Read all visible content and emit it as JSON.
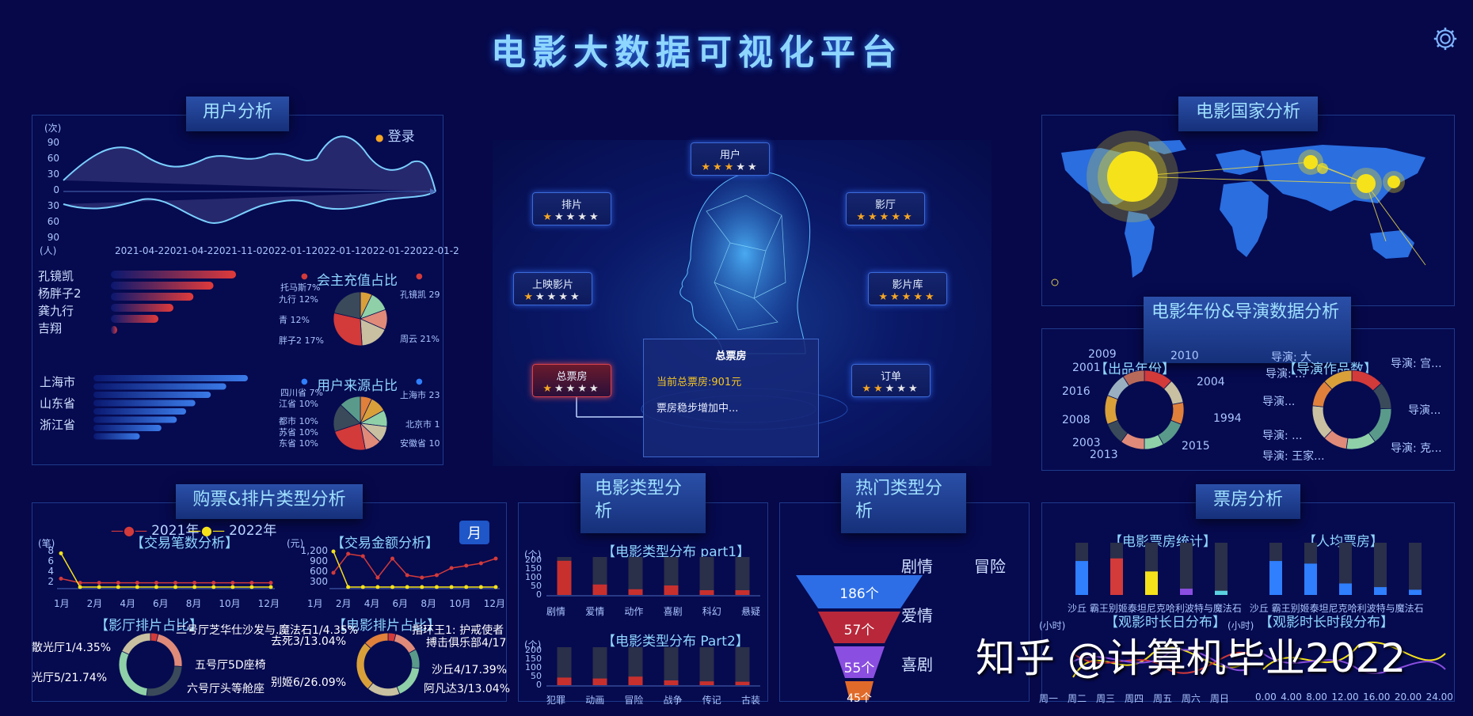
{
  "title": "电影大数据可视化平台",
  "panels": {
    "user": "用户分析",
    "country": "电影国家分析",
    "yeardir": "电影年份&导演数据分析",
    "ticket": "购票&排片类型分析",
    "genre": "电影类型分析",
    "hot": "热门类型分析",
    "box": "票房分析"
  },
  "user_analysis": {
    "unit_top": "(次)",
    "unit_bottom": "(人)",
    "legend": "登录",
    "yticks": [
      "90",
      "60",
      "30",
      "0",
      "30",
      "60",
      "90"
    ],
    "dates": [
      "2021-04-2",
      "2021-04-2",
      "2021-11-0",
      "2022-01-1",
      "2022-01-1",
      "2022-01-2",
      "2022-01-2"
    ],
    "bar_names": [
      "孔镜凯",
      "杨胖子2",
      "龚九行",
      "吉翔"
    ],
    "bar_values": [
      100,
      82,
      66,
      50,
      38,
      5
    ],
    "pie1_title": "会主充值占比",
    "pie1_labels": [
      "托马斯7%",
      "九行 12%",
      "青 12%",
      "胖子2 17%",
      "孔镜凯 29",
      "周云 21%"
    ],
    "pie1_values": [
      7,
      12,
      12,
      17,
      29,
      21
    ],
    "city_names": [
      "上海市",
      "山东省",
      "浙江省"
    ],
    "city_values": [
      100,
      86,
      76,
      66,
      60,
      54,
      44,
      30
    ],
    "pie2_title": "用户来源占比",
    "pie2_labels": [
      "四川省 7%",
      "江省 10%",
      "都市 10%",
      "苏省 10%",
      "东省 10%",
      "上海市 23",
      "北京市 1",
      "安徽省 10"
    ],
    "pie2_values": [
      7,
      10,
      10,
      10,
      10,
      23,
      17,
      13
    ]
  },
  "center": {
    "nodes": [
      {
        "name": "用户",
        "stars": 3
      },
      {
        "name": "排片",
        "stars": 1
      },
      {
        "name": "影厅",
        "stars": 5
      },
      {
        "name": "上映影片",
        "stars": 1
      },
      {
        "name": "影片库",
        "stars": 5
      },
      {
        "name": "总票房",
        "stars": 1
      },
      {
        "name": "订单",
        "stars": 2
      }
    ],
    "tooltip_title": "总票房",
    "tooltip_value": "当前总票房:901元",
    "tooltip_note": "票房稳步增加中..."
  },
  "year": {
    "left_title": "【出品年份】",
    "right_title": "【导演作品数】",
    "years": [
      "2009",
      "2010",
      "2001",
      "2004",
      "2016",
      "1994",
      "2008",
      "2003",
      "2015",
      "2013"
    ],
    "directors": [
      "导演: 大",
      "导演: ...",
      "导演: 宫...",
      "导演...",
      "导演...",
      "导演: ...",
      "导演: 克...",
      "导演: 王家..."
    ]
  },
  "ticket": {
    "legend_2021": "2021年",
    "legend_2022": "2022年",
    "left_title": "【交易笔数分析】",
    "left_unit": "(笔)",
    "left_yticks": [
      "8",
      "6",
      "4",
      "2"
    ],
    "right_title": "【交易金额分析】",
    "right_unit": "(元)",
    "right_yticks": [
      "1,200",
      "900",
      "600",
      "300"
    ],
    "months": [
      "1月",
      "2月",
      "4月",
      "6月",
      "8月",
      "10月",
      "12月"
    ],
    "month_button": "月",
    "trade_count_2021": [
      2,
      1,
      1,
      1,
      1,
      1,
      1,
      1,
      1,
      1,
      1,
      1
    ],
    "trade_count_2022": [
      8,
      0,
      0,
      0,
      0,
      0,
      0,
      0,
      0,
      0,
      0,
      0
    ],
    "trade_amount_2021": [
      600,
      1400,
      1300,
      400,
      1200,
      500,
      400,
      500,
      800,
      900,
      1000,
      1200
    ],
    "trade_amount_2022": [
      1500,
      0,
      0,
      0,
      0,
      0,
      0,
      0,
      0,
      0,
      0,
      0
    ],
    "hall_title": "【影厅排片占比】",
    "hall_labels": [
      "二号厅芝华仕沙发与...",
      "散光厅1/4.35%",
      "五号厅5D座椅",
      "光厅5/21.74%",
      "六号厅头等舱座"
    ],
    "movie_title": "【电影排片占比】",
    "movie_labels": [
      "魔法石1/4.35%",
      "去死3/13.04%",
      "指环王1: 护戒使者",
      "搏击俱乐部4/17",
      "沙丘4/17.39%",
      "别姬6/26.09%",
      "阿凡达3/13.04%"
    ]
  },
  "genre": {
    "part1_title": "【电影类型分布 part1】",
    "part2_title": "【电影类型分布 Part2】",
    "unit": "(个)",
    "yticks": [
      "200",
      "150",
      "100",
      "50",
      "0"
    ],
    "part1_cats": [
      "剧情",
      "爱情",
      "动作",
      "喜剧",
      "科幻",
      "悬疑"
    ],
    "part1_values": [
      180,
      55,
      30,
      50,
      25,
      25
    ],
    "part2_cats": [
      "犯罪",
      "动画",
      "冒险",
      "战争",
      "传记",
      "古装"
    ],
    "part2_values": [
      40,
      35,
      45,
      25,
      20,
      18
    ]
  },
  "hot": {
    "labels": [
      "剧情",
      "冒险",
      "爱情",
      "喜剧"
    ],
    "counts": [
      "186个",
      "57个",
      "55个",
      "45个"
    ]
  },
  "box": {
    "left_title": "【电影票房统计】",
    "right_title": "【人均票房】",
    "movies": [
      "沙丘",
      "霸王别姬",
      "泰坦尼克",
      "哈利波特与魔法石"
    ],
    "box_values": [
      0.65,
      0.7,
      0.45,
      0.12,
      0.08
    ],
    "avg_values": [
      0.65,
      0.6,
      0.22,
      0.15,
      0.1
    ],
    "day_title": "【观影时长日分布】",
    "hour_title": "【观影时长时段分布】",
    "unit": "(小时)",
    "days": [
      "周一",
      "周二",
      "周三",
      "周四",
      "周五",
      "周六",
      "周日"
    ],
    "hours": [
      "0.00",
      "4.00",
      "8.00",
      "12.00",
      "16.00",
      "20.00",
      "24.00"
    ]
  },
  "watermark": "知乎 @计算机毕业2022",
  "colors": {
    "accent": "#8fd6ff",
    "red": "#d33a3a",
    "blue": "#2f7fff",
    "yellow": "#f5e21a",
    "bg": "#06084a"
  }
}
